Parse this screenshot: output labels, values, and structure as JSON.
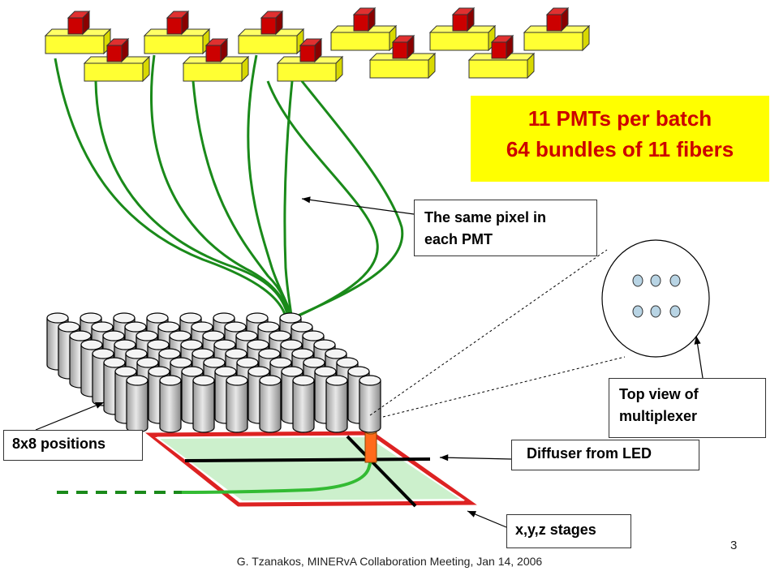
{
  "header": {
    "line1": "11 PMTs per batch",
    "line2": "64 bundles of 11 fibers"
  },
  "callouts": {
    "same_pixel_line1": "The same pixel in",
    "same_pixel_line2": "each PMT",
    "mux_line1": "Top view of",
    "mux_line2": "multiplexer",
    "positions": "8x8 positions",
    "diffuser": "Diffuser from LED",
    "stages": "x,y,z stages"
  },
  "footer": {
    "citation": "G. Tzanakos,  MINERvA Collaboration Meeting, Jan 14, 2006",
    "page_number": "3"
  },
  "colors": {
    "pmt_base": "#ffff33",
    "pmt_cube": "#cc0000",
    "fiber": "#1a8a1a",
    "banner_bg": "#ffff00",
    "banner_text": "#cc0000",
    "stage_frame": "#dd2222",
    "stage_fill": "#ccf0cc",
    "diffuser": "#ff6a1a",
    "mux_hole": "#b8d4e4"
  }
}
